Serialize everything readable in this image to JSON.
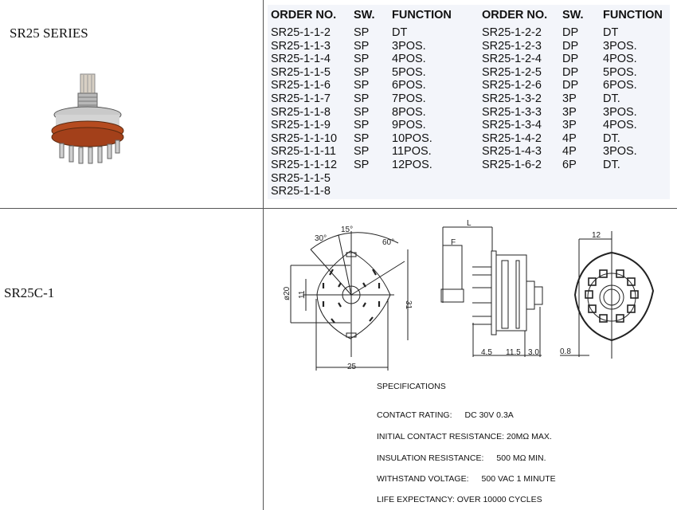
{
  "left_panel": {
    "series_title": "SR25 SERIES",
    "model_title": "SR25C-1"
  },
  "table": {
    "headers": {
      "order_no": "ORDER NO.",
      "sw": "SW.",
      "function": "FUNCTION"
    },
    "left": [
      {
        "order": "SR25-1-1-2",
        "sw": "SP",
        "function": "DT"
      },
      {
        "order": "SR25-1-1-3",
        "sw": "SP",
        "function": "3POS."
      },
      {
        "order": "SR25-1-1-4",
        "sw": "SP",
        "function": "4POS."
      },
      {
        "order": "SR25-1-1-5",
        "sw": "SP",
        "function": "5POS."
      },
      {
        "order": "SR25-1-1-6",
        "sw": "SP",
        "function": "6POS."
      },
      {
        "order": "SR25-1-1-7",
        "sw": "SP",
        "function": "7POS."
      },
      {
        "order": "SR25-1-1-8",
        "sw": "SP",
        "function": "8POS."
      },
      {
        "order": "SR25-1-1-9",
        "sw": "SP",
        "function": "9POS."
      },
      {
        "order": "SR25-1-1-10",
        "sw": "SP",
        "function": "10POS."
      },
      {
        "order": "SR25-1-1-11",
        "sw": "SP",
        "function": "11POS."
      },
      {
        "order": "SR25-1-1-12",
        "sw": "SP",
        "function": "12POS."
      },
      {
        "order": "SR25-1-1-5",
        "sw": "",
        "function": ""
      },
      {
        "order": "SR25-1-1-8",
        "sw": "",
        "function": ""
      }
    ],
    "right": [
      {
        "order": "SR25-1-2-2",
        "sw": "DP",
        "function": "DT"
      },
      {
        "order": "SR25-1-2-3",
        "sw": "DP",
        "function": "3POS."
      },
      {
        "order": "SR25-1-2-4",
        "sw": "DP",
        "function": "4POS."
      },
      {
        "order": "SR25-1-2-5",
        "sw": "DP",
        "function": "5POS."
      },
      {
        "order": "SR25-1-2-6",
        "sw": "DP",
        "function": "6POS."
      },
      {
        "order": "SR25-1-3-2",
        "sw": "3P",
        "function": "DT."
      },
      {
        "order": "SR25-1-3-3",
        "sw": "3P",
        "function": "3POS."
      },
      {
        "order": "SR25-1-3-4",
        "sw": "3P",
        "function": "4POS."
      },
      {
        "order": "SR25-1-4-2",
        "sw": "4P",
        "function": "DT."
      },
      {
        "order": "SR25-1-4-3",
        "sw": "4P",
        "function": "3POS."
      },
      {
        "order": "SR25-1-6-2",
        "sw": "6P",
        "function": "DT."
      }
    ]
  },
  "drawing": {
    "front": {
      "angle_30": "30°",
      "angle_15": "15°",
      "angle_60": "60°",
      "dia_20": "ø20",
      "dim_11": "11",
      "dim_31": "31",
      "dim_25": "25"
    },
    "side": {
      "dim_L": "L",
      "dim_F": "F",
      "dim_4_5": "4.5",
      "dim_11_5": "11.5",
      "dim_3_0": "3.0"
    },
    "rear": {
      "dim_12": "12",
      "dim_0_8": "0.8"
    }
  },
  "specifications": {
    "title": "SPECIFICATIONS",
    "items": [
      {
        "label": "CONTACT RATING:",
        "value": "DC 30V 0.3A"
      },
      {
        "label": "INITIAL CONTACT RESISTANCE:",
        "value": "20MΩ MAX."
      },
      {
        "label": "INSULATION RESISTANCE:",
        "value": "500 MΩ MIN."
      },
      {
        "label": "WITHSTAND VOLTAGE:",
        "value": "500 VAC 1 MINUTE"
      },
      {
        "label": "LIFE EXPECTANCY:",
        "value": "OVER 10000 CYCLES"
      }
    ]
  }
}
